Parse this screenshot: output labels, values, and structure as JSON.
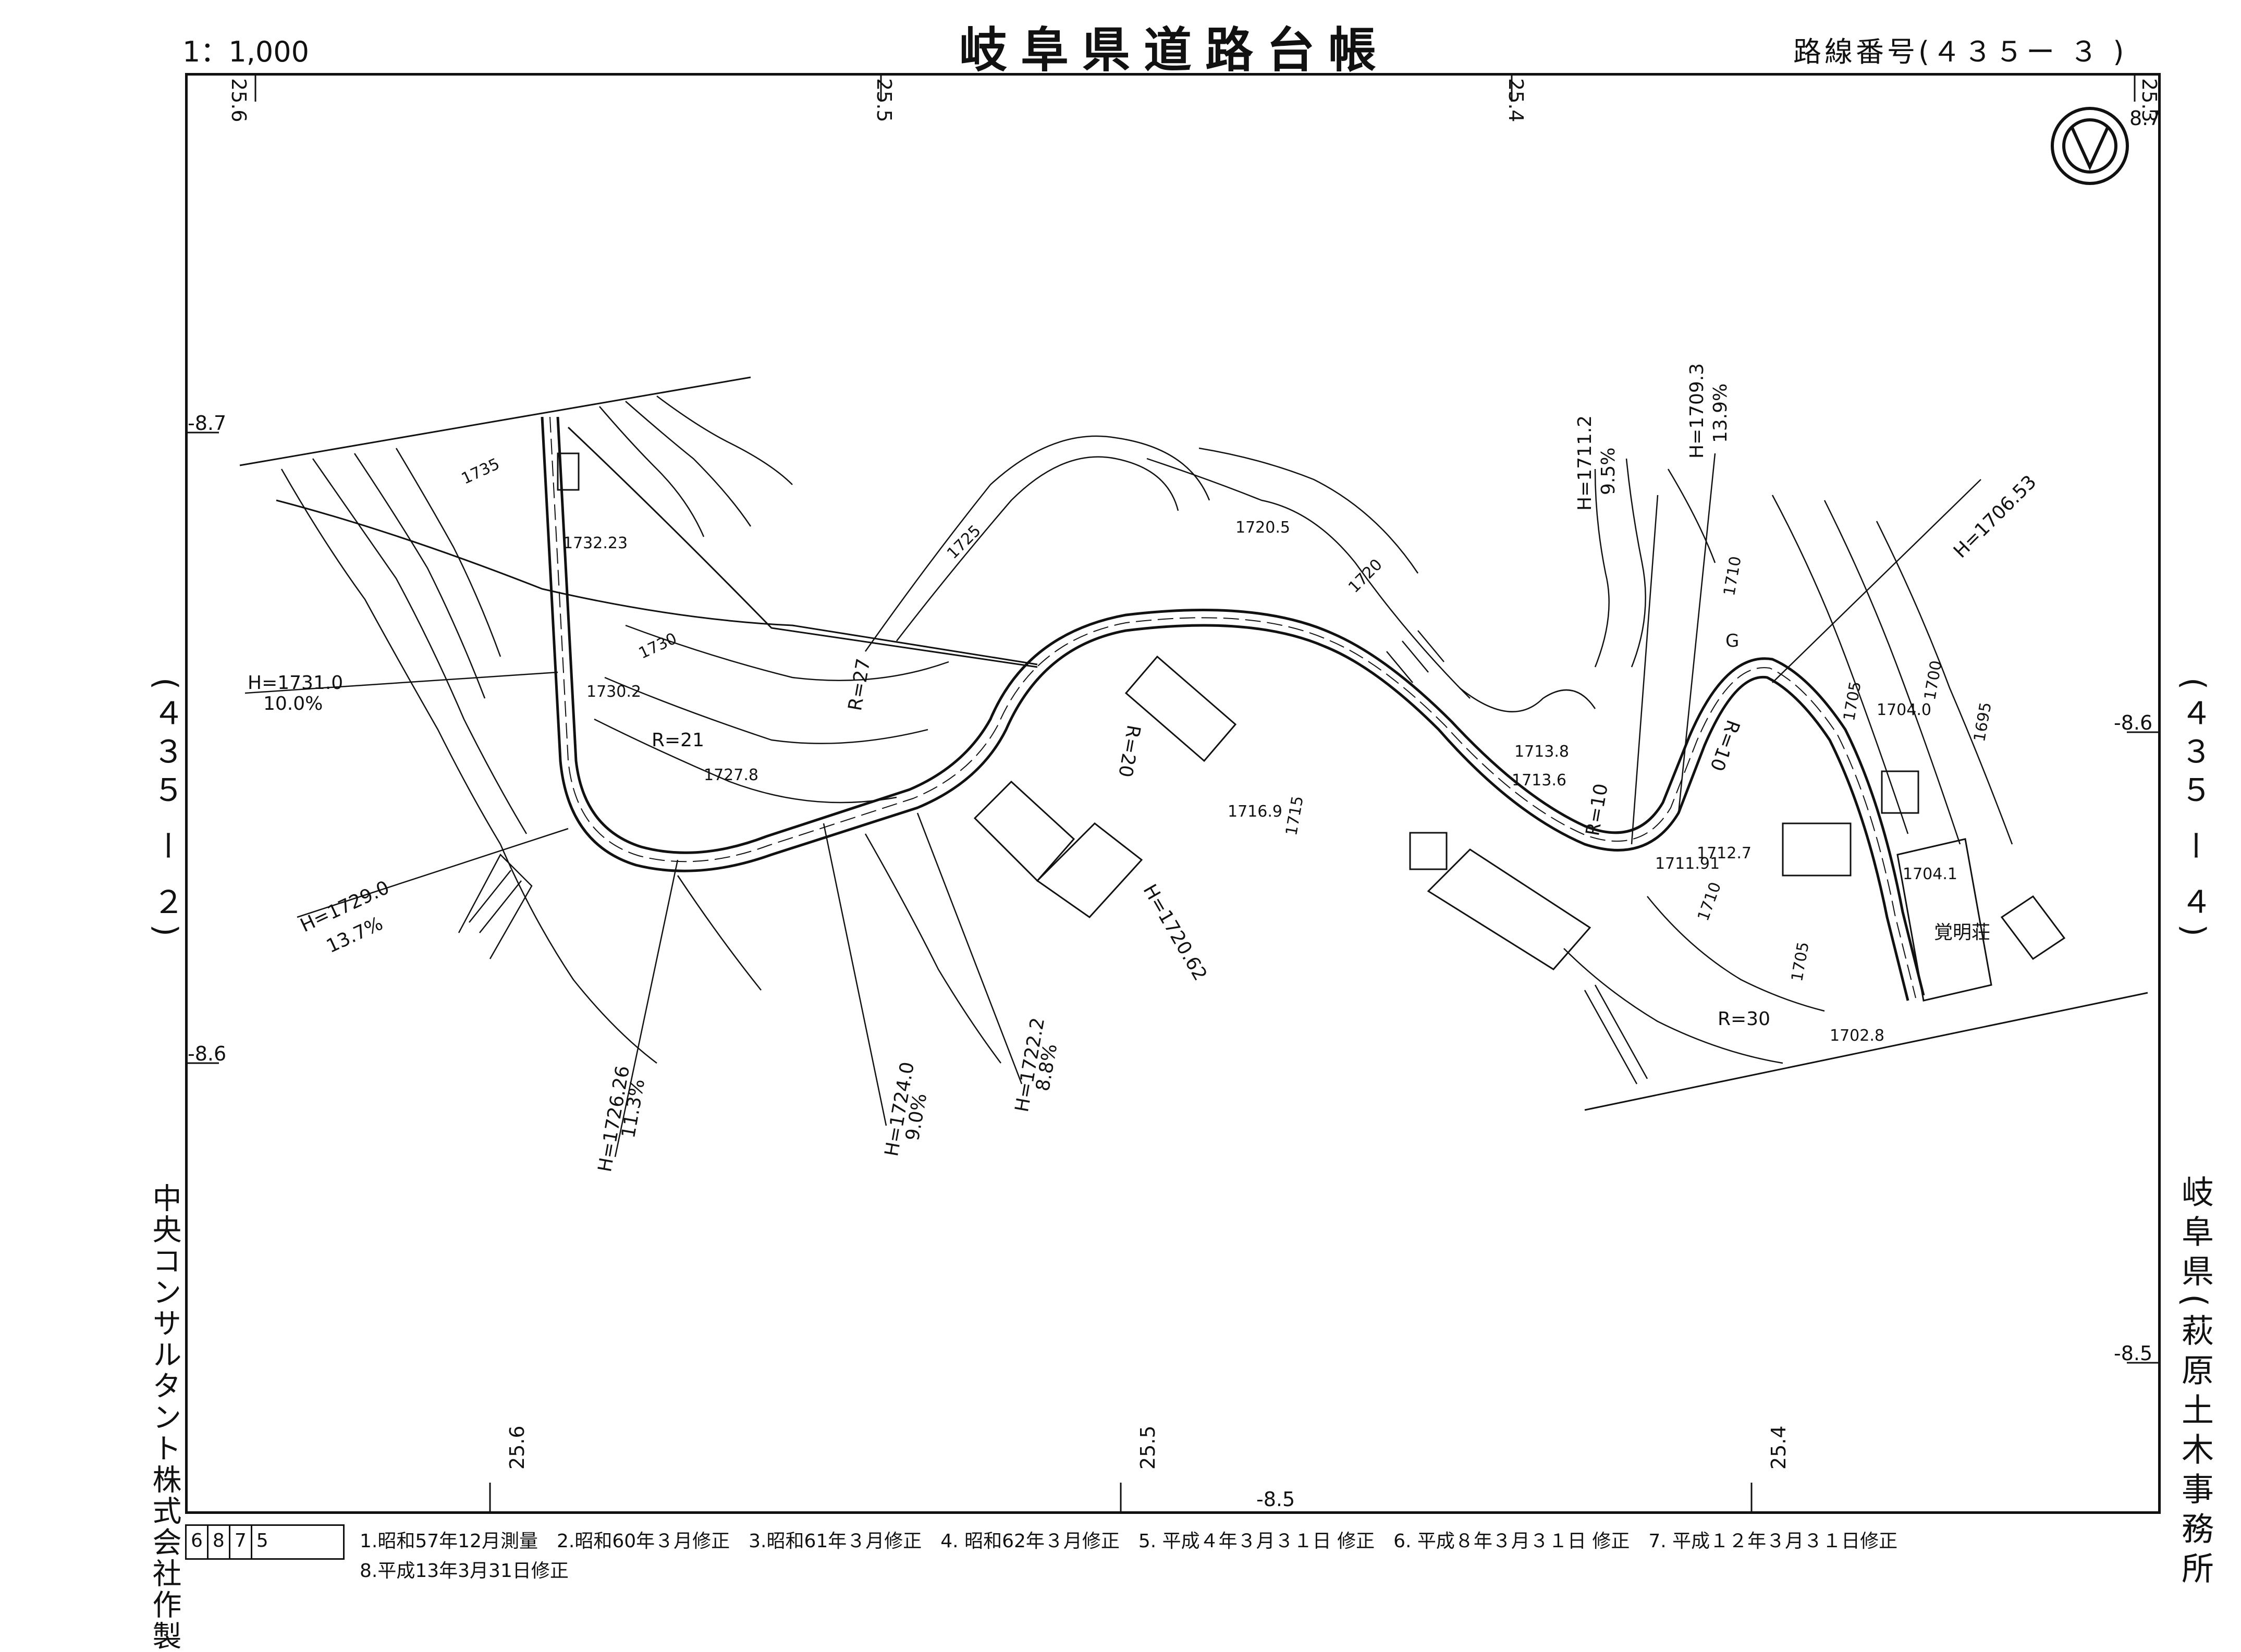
{
  "header": {
    "scale": "1：1,000",
    "title": "岐阜県道路台帳",
    "route": "路線番号(４３５ー ３ )"
  },
  "side": {
    "left_route": "(４３５ ー ２)",
    "right_route": "(４３５ ー ４)",
    "contractor": "中央コンサルタント株式会社作製",
    "office": "岐阜県(萩原土木事務所"
  },
  "footer": {
    "sheet_no": [
      "6",
      "8",
      "7",
      "5"
    ],
    "revisions_line1": "1.昭和57年12月測量　2.昭和60年３月修正　3.昭和61年３月修正　4. 昭和62年３月修正　5. 平成４年３月３１日 修正　6. 平成８年３月３１日 修正　7. 平成１２年３月３１日修正",
    "revisions_line2": "8.平成13年3月31日修正"
  },
  "grid_labels": {
    "top": [
      "25.6",
      "25.5",
      "25.4",
      "25.3"
    ],
    "bottom": [
      "25.6",
      "25.5",
      "-8.5",
      "25.4"
    ],
    "left": [
      "-8.7",
      "-8.6"
    ],
    "right": [
      "8.7",
      "-8.6",
      "-8.5"
    ]
  },
  "elevations": {
    "h1": "H=1731.0",
    "g1": "10.0%",
    "h2": "H=1729.0",
    "g2": "13.7%",
    "h3": "H=1726.26",
    "g3": "11.3%",
    "h4": "H=1724.0",
    "g4": "9.0%",
    "h5": "H=1722.2",
    "g5": "8.8%",
    "h6": "H=1720.62",
    "h7": "H=1711.2",
    "g7": "9.5%",
    "h8": "H=1709.3",
    "g8": "13.9%",
    "h9": "H=1706.53"
  },
  "spot_heights": [
    "1732.23",
    "1730.2",
    "1727.8",
    "1720.5",
    "1716.9",
    "1713.8",
    "1713.6",
    "1711.91",
    "1712.7",
    "1704.0",
    "1704.1",
    "1702.8"
  ],
  "contours": [
    "1735",
    "1730",
    "1725",
    "1720",
    "1715",
    "1710",
    "1710",
    "1705",
    "1700",
    "1695",
    "1705"
  ],
  "curves": [
    "R=21",
    "R=27",
    "R=20",
    "R=10",
    "R=10",
    "R=30"
  ],
  "misc": {
    "building": "覚明荘",
    "g_mark": "G"
  }
}
